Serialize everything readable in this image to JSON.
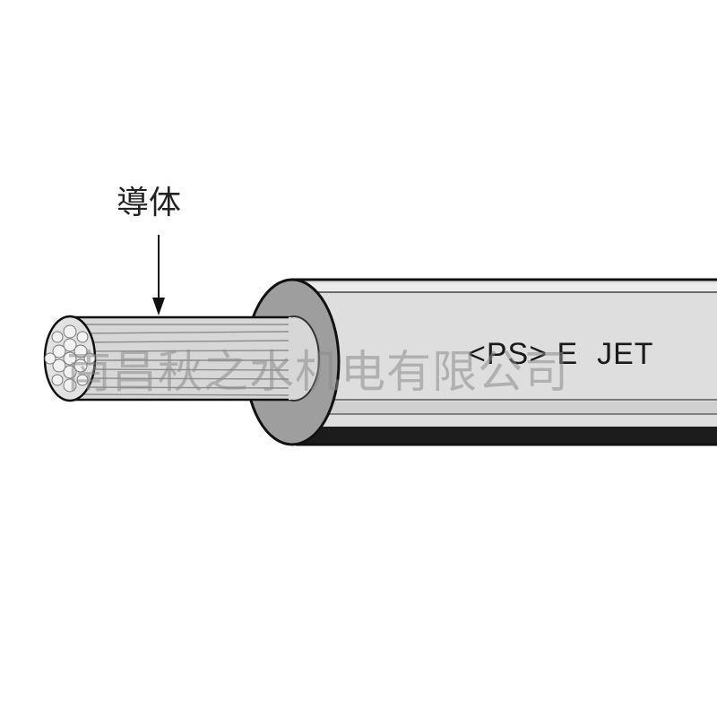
{
  "diagram": {
    "conductor_label": "導体",
    "jacket_print": "<PS> E  JET",
    "watermark": "南昌秋之水机电有限公司",
    "colors": {
      "jacket_fill": "#dedede",
      "jacket_outline": "#111111",
      "insulation_end": "#9e9e9e",
      "conductor_fill": "#d7d7d7",
      "strand_line": "#8c8c8c",
      "shadow": "#1c1c1c"
    }
  }
}
